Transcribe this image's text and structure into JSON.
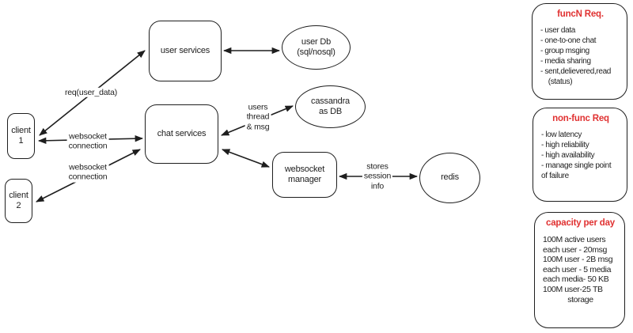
{
  "colors": {
    "stroke": "#1e1e1e",
    "accent_red": "#e03131",
    "background": "#ffffff"
  },
  "nodes": {
    "client1": {
      "label": "client\n1"
    },
    "client2": {
      "label": "client\n2"
    },
    "user_services": {
      "label": "user services"
    },
    "user_db": {
      "label": "user Db\n(sql/nosql)"
    },
    "chat_services": {
      "label": "chat services"
    },
    "cassandra": {
      "label": "cassandra\nas DB"
    },
    "websocket_manager": {
      "label": "websocket\nmanager"
    },
    "redis": {
      "label": "redis"
    }
  },
  "edge_labels": {
    "req_user_data": "req(user_data)",
    "websocket_connection_1": "websocket\nconnection",
    "websocket_connection_2": "websocket\nconnection",
    "users_thread_msg": "users\nthread\n& msg",
    "stores_session_info": "stores\nsession\ninfo"
  },
  "panels": {
    "functional": {
      "title": "funcN Req.",
      "items": [
        "- user data",
        "- one-to-one chat",
        "- group msging",
        "- media sharing",
        "- sent,delievered,read\n    (status)"
      ]
    },
    "non_functional": {
      "title": "non-func Req",
      "items": [
        "- low latency",
        "- high reliability",
        "- high availability",
        "- manage single point\nof failure"
      ]
    },
    "capacity": {
      "title": "capacity per day",
      "items": [
        "100M active users",
        "each user - 20msg",
        "100M user - 2B msg",
        "each user - 5 media",
        "each media- 50 KB",
        "100M user-25 TB",
        "storage"
      ]
    }
  }
}
